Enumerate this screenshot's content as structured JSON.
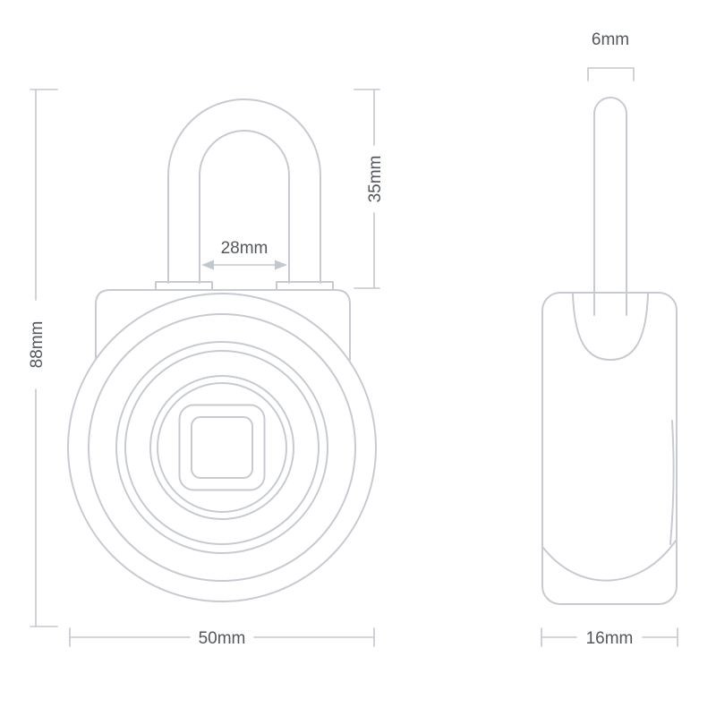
{
  "diagram": {
    "labels": {
      "front_height": "88mm",
      "front_width": "50mm",
      "shackle_inner_width": "28mm",
      "shackle_height": "35mm",
      "shackle_diameter": "6mm",
      "side_width": "16mm"
    },
    "colors": {
      "line": "#c7cbd1",
      "dimension_line": "#c3c8ce",
      "text": "#53575c",
      "background": "#ffffff"
    }
  }
}
